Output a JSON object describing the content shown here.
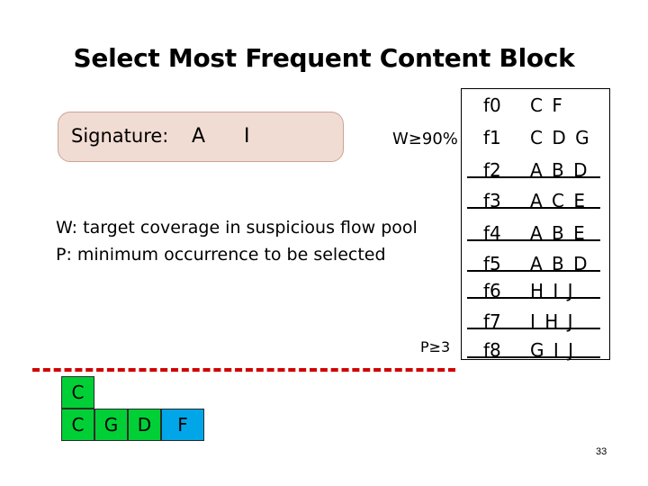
{
  "title": "Select Most Frequent Content Block",
  "signature": {
    "label": "Signature:",
    "blocks": [
      "A",
      "I"
    ]
  },
  "w_label": "W≥90%",
  "description": [
    "W: target coverage in suspicious flow pool",
    "P: minimum occurrence to be selected"
  ],
  "p_label": "P≥3",
  "flows": [
    {
      "id": "f0",
      "blocks": "C F",
      "struck": false
    },
    {
      "id": "f1",
      "blocks": "C D G",
      "struck": false
    },
    {
      "id": "f2",
      "blocks": "A B D",
      "struck": true
    },
    {
      "id": "f3",
      "blocks": "A C E",
      "struck": true
    },
    {
      "id": "f4",
      "blocks": "A B E",
      "struck": true
    },
    {
      "id": "f5",
      "blocks": "A B D",
      "struck": true
    },
    {
      "id": "f6",
      "blocks": "H I J",
      "struck": true
    },
    {
      "id": "f7",
      "blocks": "I H J",
      "struck": true
    },
    {
      "id": "f8",
      "blocks": "G I J",
      "struck": true
    }
  ],
  "histogram": {
    "row1": [
      "C"
    ],
    "row2": [
      "C",
      "G",
      "D",
      "F"
    ]
  },
  "colors": {
    "bar": "#00d036",
    "highlight": "#00a6e8",
    "dash": "#d00000",
    "signature_box": "#f1dcd3"
  },
  "page_number": "33"
}
